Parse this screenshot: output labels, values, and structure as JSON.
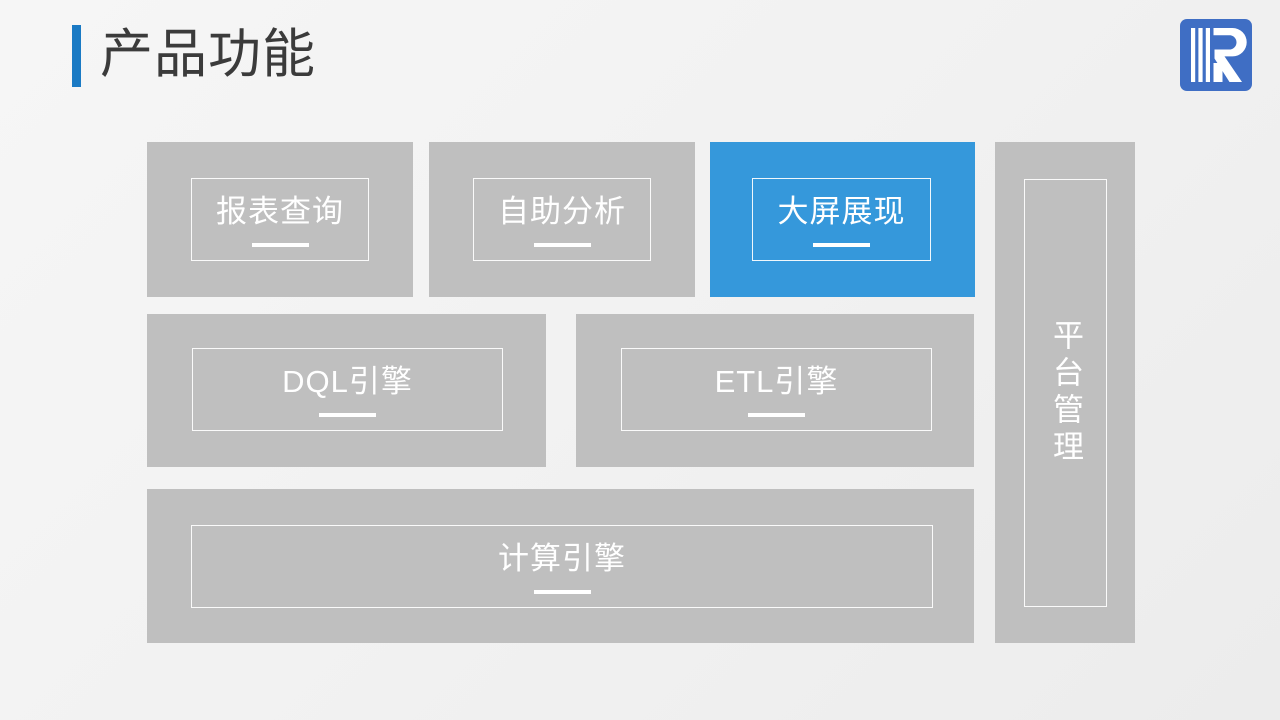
{
  "header": {
    "title": "产品功能",
    "accent_color": "#1a7ac4",
    "logo_name": "company-logo",
    "logo_color": "#3f6ec4"
  },
  "palette": {
    "tile_gray": "#bfbfbf",
    "tile_highlight_blue": "#3598db",
    "tile_text": "#ffffff",
    "background_start": "#f6f6f6",
    "background_end": "#ececec"
  },
  "diagram": {
    "rows": [
      {
        "row_name": "application-layer",
        "tiles": [
          {
            "label": "报表查询",
            "highlighted": false,
            "orientation": "horizontal"
          },
          {
            "label": "自助分析",
            "highlighted": false,
            "orientation": "horizontal"
          },
          {
            "label": "大屏展现",
            "highlighted": true,
            "orientation": "horizontal"
          }
        ]
      },
      {
        "row_name": "engine-layer",
        "tiles": [
          {
            "label": "DQL引擎",
            "highlighted": false,
            "orientation": "horizontal"
          },
          {
            "label": "ETL引擎",
            "highlighted": false,
            "orientation": "horizontal"
          }
        ]
      },
      {
        "row_name": "compute-layer",
        "tiles": [
          {
            "label": "计算引擎",
            "highlighted": false,
            "orientation": "horizontal"
          }
        ]
      }
    ],
    "side_panel": {
      "label": "平台管理",
      "highlighted": false,
      "orientation": "vertical",
      "has_underline": false
    }
  }
}
